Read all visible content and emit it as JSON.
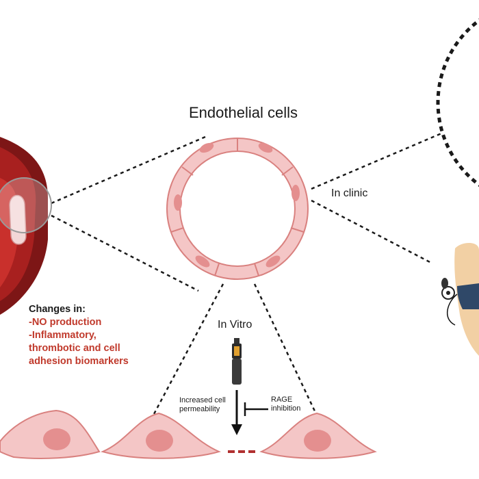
{
  "labels": {
    "endothelial_cells": "Endothelial cells",
    "in_clinic": "In clinic",
    "in_vitro": "In Vitro",
    "increased_permeability": [
      "Increased cell",
      "permeability"
    ],
    "rage_inhibition": [
      "RAGE",
      "inhibition"
    ]
  },
  "changes": {
    "heading": "Changes in:",
    "items": [
      "-NO production",
      "-Inflammatory,",
      "thrombotic and cell",
      "adhesion biomarkers"
    ]
  },
  "colors": {
    "vessel_dark": "#8b1a1a",
    "vessel_red": "#b22222",
    "cell_fill": "#f4c6c6",
    "cell_stroke": "#d9817f",
    "nucleus": "#e48f8f",
    "highlight_text": "#c0392b",
    "skin": "#f2d0a4",
    "cuff": "#2f4868"
  },
  "icons": [
    "blood-vessel-illustration",
    "e-cigarette-icon",
    "blood-pressure-cuff-icon",
    "arm-illustration",
    "inhibition-bar-icon",
    "arrow-down-icon"
  ]
}
